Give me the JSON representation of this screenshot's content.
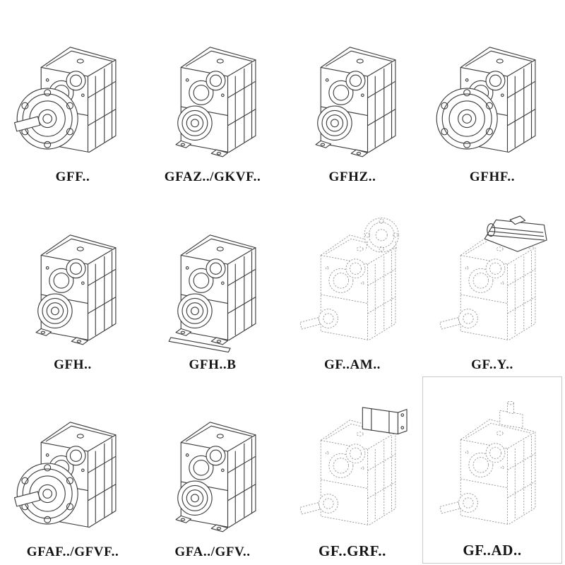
{
  "page": {
    "background": "#ffffff",
    "line_color": "#3b3b3b",
    "phantom_line_color": "#979797"
  },
  "cells": [
    {
      "label": "GFF..",
      "drawing": "flange-mounted-gear-unit-with-solid-shaft-drawing"
    },
    {
      "label": "GFAZ../GKVF..",
      "drawing": "hollow-shaft-gear-unit-drawing"
    },
    {
      "label": "GFHZ..",
      "drawing": "hollow-shaft-gear-unit-drawing"
    },
    {
      "label": "GFHF..",
      "drawing": "flange-mounted-gear-unit-drawing"
    },
    {
      "label": "GFH..",
      "drawing": "foot-mounted-gear-unit-drawing"
    },
    {
      "label": "GFH..B",
      "drawing": "foot-mounted-gear-unit-with-base-drawing"
    },
    {
      "label": "GF..AM..",
      "drawing": "gear-unit-with-motor-adapter-flange-drawing"
    },
    {
      "label": "GF..Y..",
      "drawing": "gear-unit-with-mounted-motor-drawing"
    },
    {
      "label": "GFAF../GFVF..",
      "drawing": "flange-mounted-gear-unit-with-solid-shaft-drawing"
    },
    {
      "label": "GFA../GFV..",
      "drawing": "hollow-shaft-gear-unit-drawing"
    },
    {
      "label": "GF..GRF..",
      "drawing": "gear-unit-with-input-adapter-drawing"
    },
    {
      "label": "GF..AD..",
      "drawing": "gear-unit-with-input-shaft-adapter-drawing"
    }
  ]
}
